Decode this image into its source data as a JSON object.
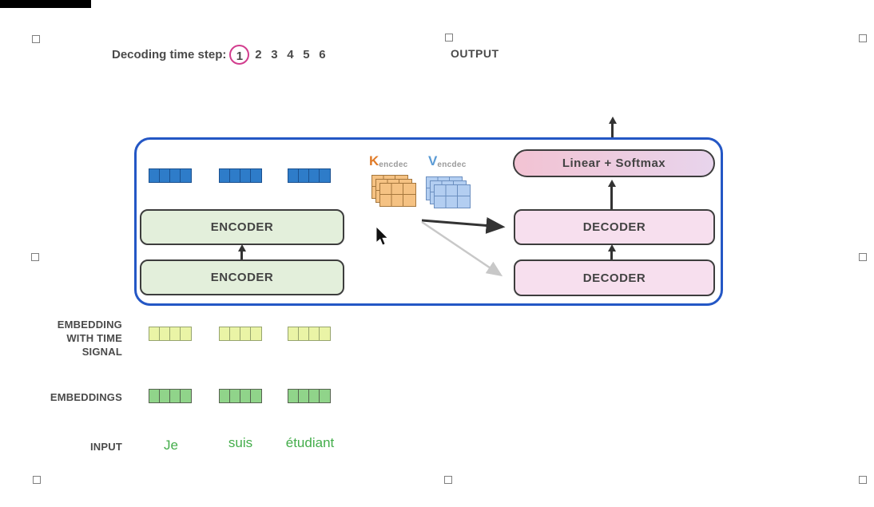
{
  "decoding": {
    "label": "Decoding time step:",
    "steps": [
      "1",
      "2",
      "3",
      "4",
      "5",
      "6"
    ],
    "active_step": "1"
  },
  "output": {
    "label": "OUTPUT"
  },
  "diagram": {
    "encoder_top": "ENCODER",
    "encoder_bottom": "ENCODER",
    "decoder_top": "DECODER",
    "decoder_bottom": "DECODER",
    "linear_softmax": "Linear + Softmax",
    "k_label": {
      "main": "K",
      "sub": "encdec"
    },
    "v_label": {
      "main": "V",
      "sub": "encdec"
    }
  },
  "left_labels": {
    "time_signal_lines": [
      "EMBEDDING",
      "WITH TIME",
      "SIGNAL"
    ],
    "embeddings": "EMBEDDINGS",
    "input": "INPUT"
  },
  "input_tokens": [
    "Je",
    "suis",
    "étudiant"
  ],
  "colors": {
    "container_border": "#2457c5",
    "encoder_fill": "#e3efdb",
    "decoder_fill": "#f7dfee",
    "linear_gradient_left": "#f2c3d3",
    "linear_gradient_right": "#e8d4ec",
    "vector_blue": "#2e7cc9",
    "vector_yellow": "#eaf4a6",
    "vector_green": "#90d48a",
    "k_orange": "#f5c283",
    "v_blue": "#b3cef1",
    "step_circle": "#d23d8e",
    "token_green": "#44ad4b"
  }
}
